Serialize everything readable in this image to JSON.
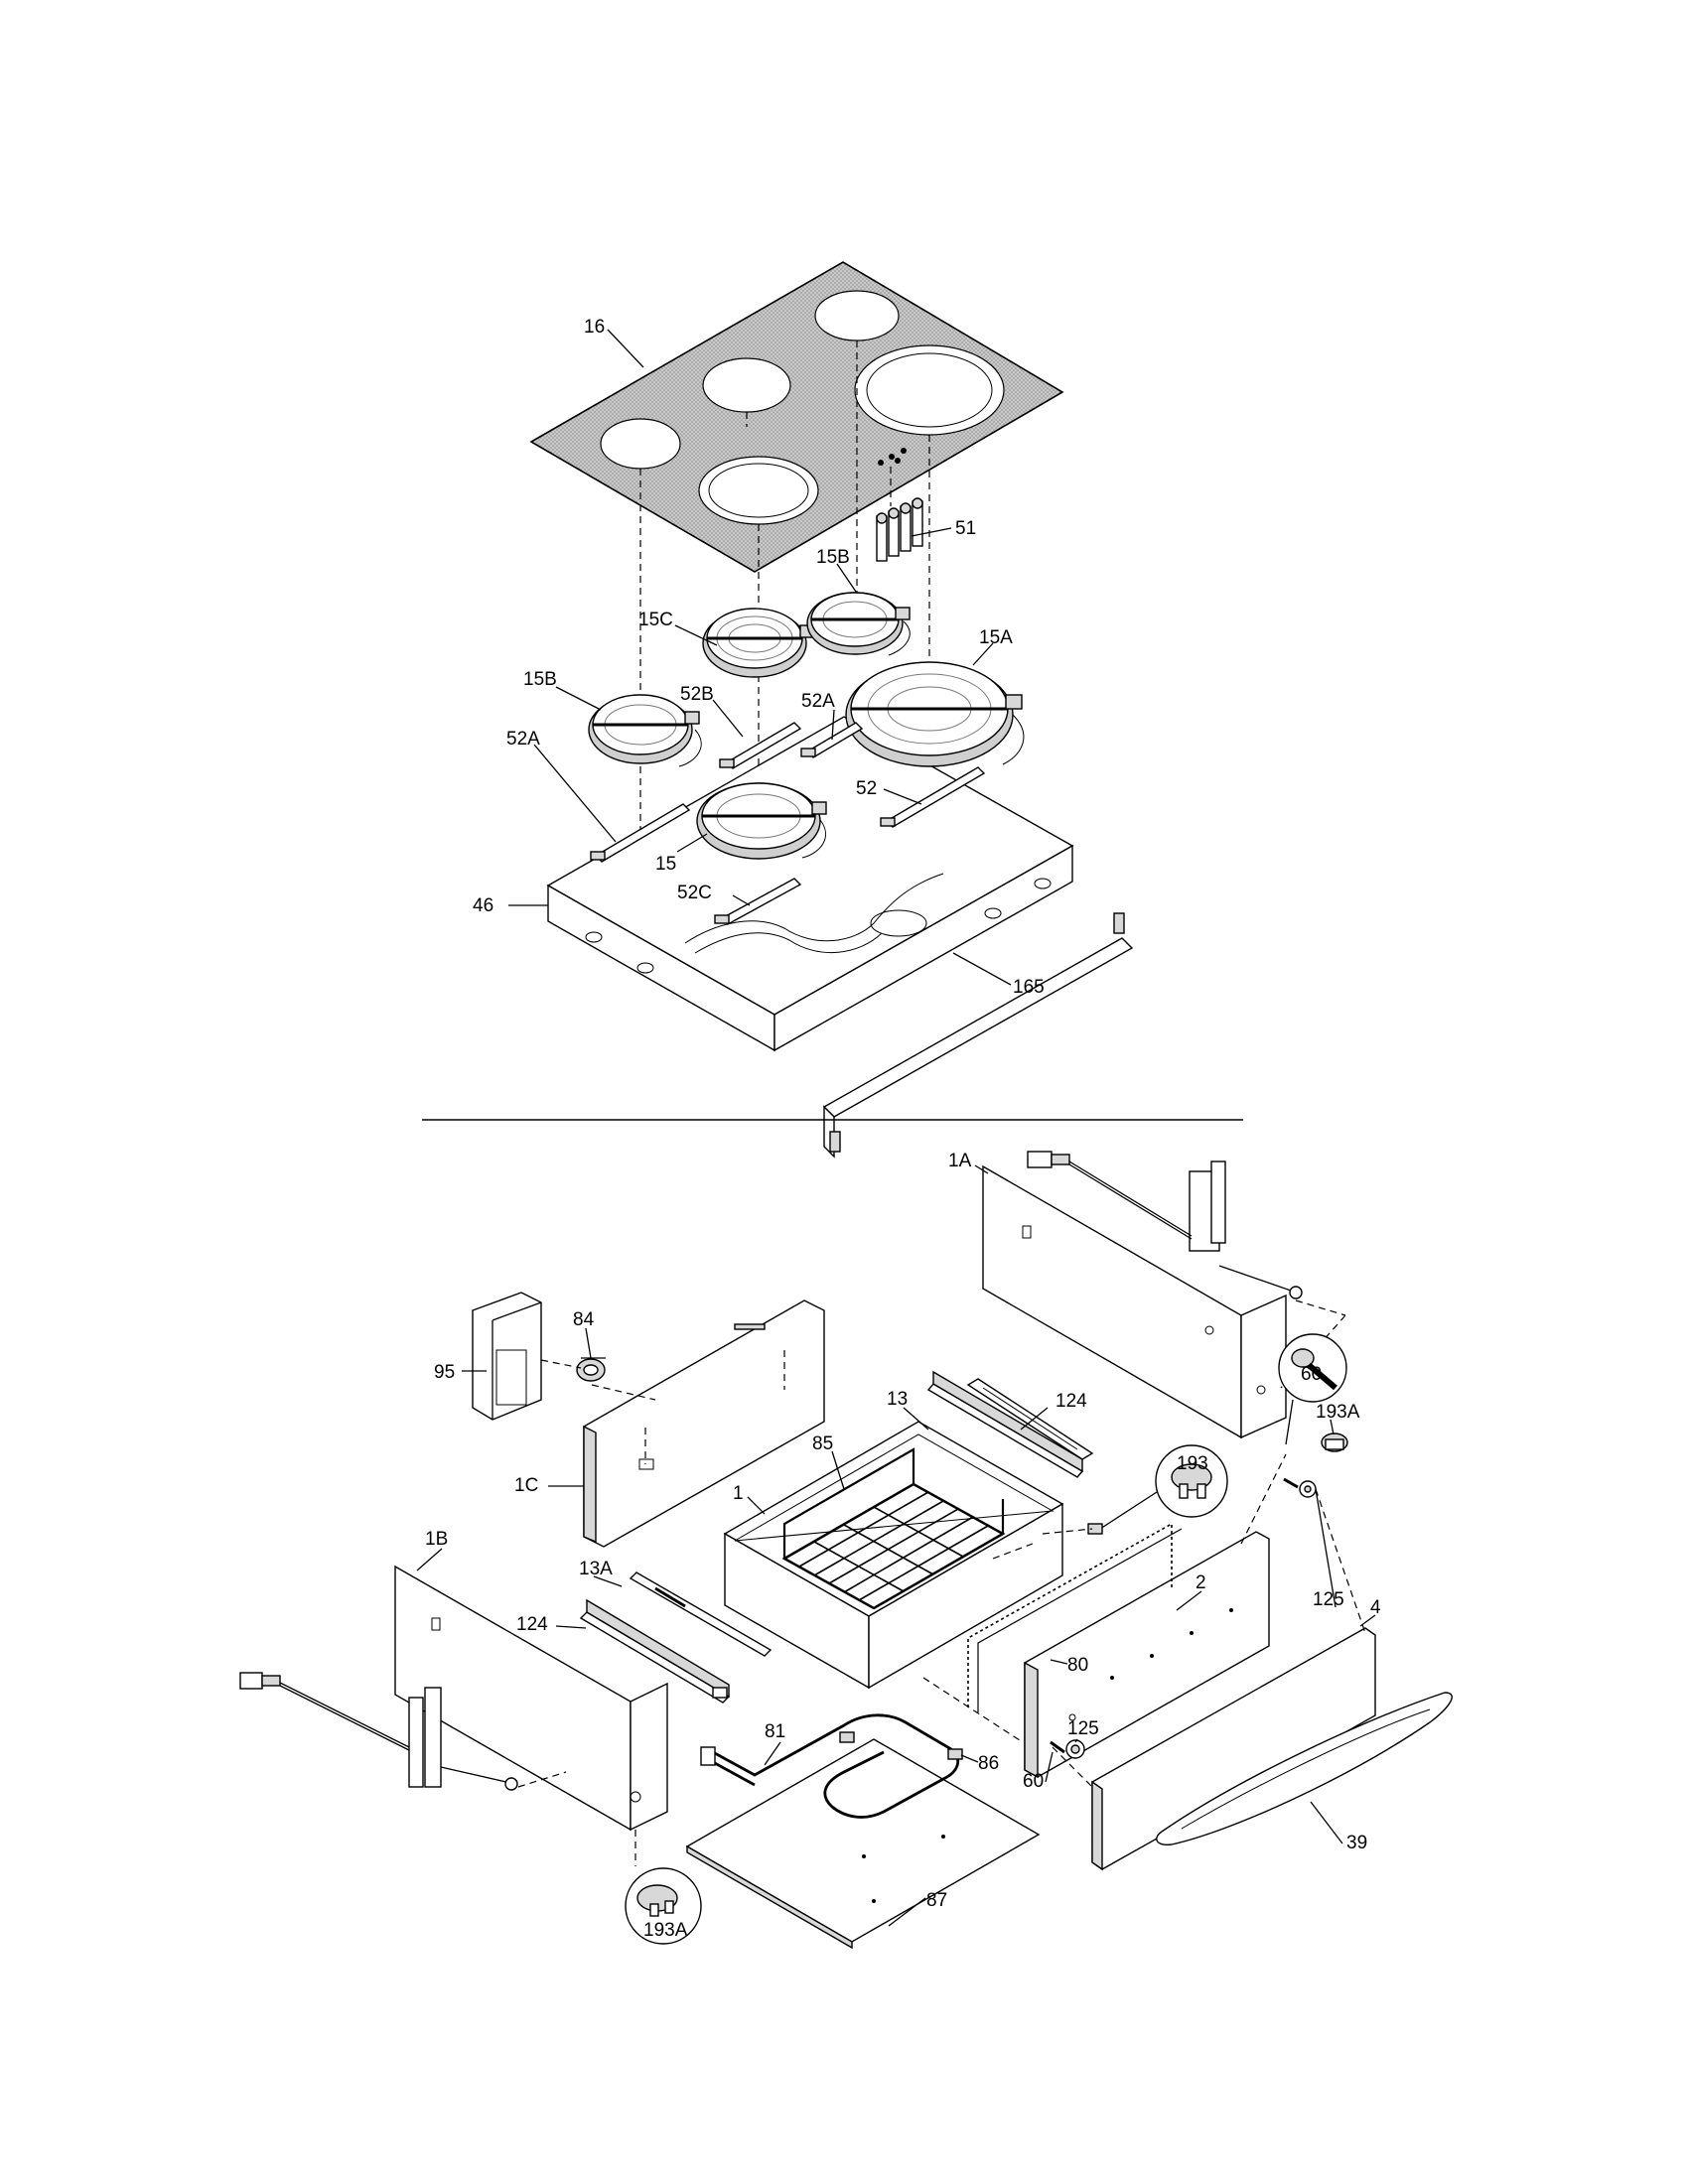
{
  "callouts": {
    "c16": "16",
    "c51": "51",
    "c15B_top": "15B",
    "c15C": "15C",
    "c15A": "15A",
    "c15B_left": "15B",
    "c52B": "52B",
    "c52A_mid": "52A",
    "c52A_left": "52A",
    "c52": "52",
    "c15": "15",
    "c52C": "52C",
    "c46": "46",
    "c165": "165",
    "c1A": "1A",
    "c84": "84",
    "c95": "95",
    "c13": "13",
    "c124_top": "124",
    "c85": "85",
    "c193A_right": "193A",
    "c193": "193",
    "c1C": "1C",
    "c1": "1",
    "c60_right": "60",
    "c1B": "1B",
    "c13A": "13A",
    "c2": "2",
    "c125_right": "125",
    "c4": "4",
    "c124_left": "124",
    "c80": "80",
    "c81": "81",
    "c125_bottom": "125",
    "c86": "86",
    "c60_bottom": "60",
    "c39": "39",
    "c87": "87",
    "c193A_bottom": "193A"
  }
}
